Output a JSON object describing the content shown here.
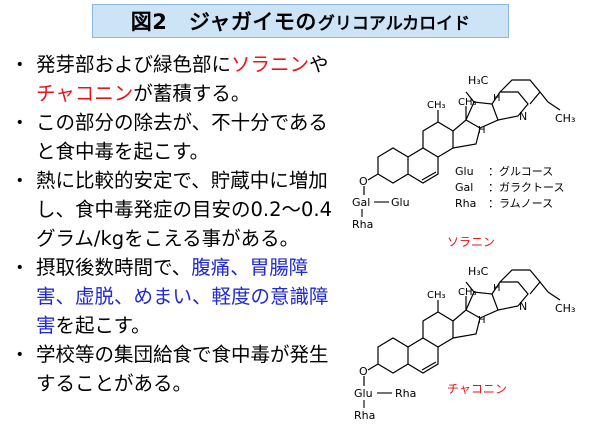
{
  "title": {
    "main": "図2　ジャガイモの",
    "sub": "グリコアルカロイド"
  },
  "bullets": [
    {
      "parts": [
        {
          "text": "発芽部および緑色部に",
          "color": ""
        },
        {
          "text": "ソラニン",
          "color": "red"
        },
        {
          "text": "や",
          "color": ""
        },
        {
          "text": "チャコニン",
          "color": "red"
        },
        {
          "text": "が蓄積する。",
          "color": ""
        }
      ]
    },
    {
      "parts": [
        {
          "text": "この部分の除去が、不十分であると食中毒を起こす。",
          "color": ""
        }
      ]
    },
    {
      "parts": [
        {
          "text": "熱に比較的安定で、貯蔵中に増加し、食中毒発症の目安の0.2～0.4グラム/kgをこえる事がある。",
          "color": ""
        }
      ]
    },
    {
      "parts": [
        {
          "text": "摂取後数時間で、",
          "color": ""
        },
        {
          "text": "腹痛、胃腸障害、虚脱、めまい、軽度の意識障害",
          "color": "blue"
        },
        {
          "text": "を起こす。",
          "color": ""
        }
      ]
    },
    {
      "parts": [
        {
          "text": "学校等の集団給食で食中毒が発生することがある。",
          "color": ""
        }
      ]
    }
  ],
  "molecule_labels": {
    "h3c": "H₃C",
    "ch3": "CH₃",
    "h": "H",
    "n": "N",
    "o": "O"
  },
  "solanine": {
    "name": "ソラニン",
    "sugar_gal": "Gal",
    "sugar_glu": "Glu",
    "sugar_rha": "Rha"
  },
  "chaconine": {
    "name": "チャコニン",
    "sugar_glu": "Glu",
    "sugar_rha1": "Rha",
    "sugar_rha2": "Rha"
  },
  "legend": [
    {
      "abbr": "Glu",
      "desc": "：グルコース"
    },
    {
      "abbr": "Gal",
      "desc": "：ガラクトース"
    },
    {
      "abbr": "Rha",
      "desc": "：ラムノース"
    }
  ],
  "colors": {
    "title_bg": "#cde3f6",
    "accent_red": "#e8141d",
    "accent_blue": "#1f2ad6"
  }
}
